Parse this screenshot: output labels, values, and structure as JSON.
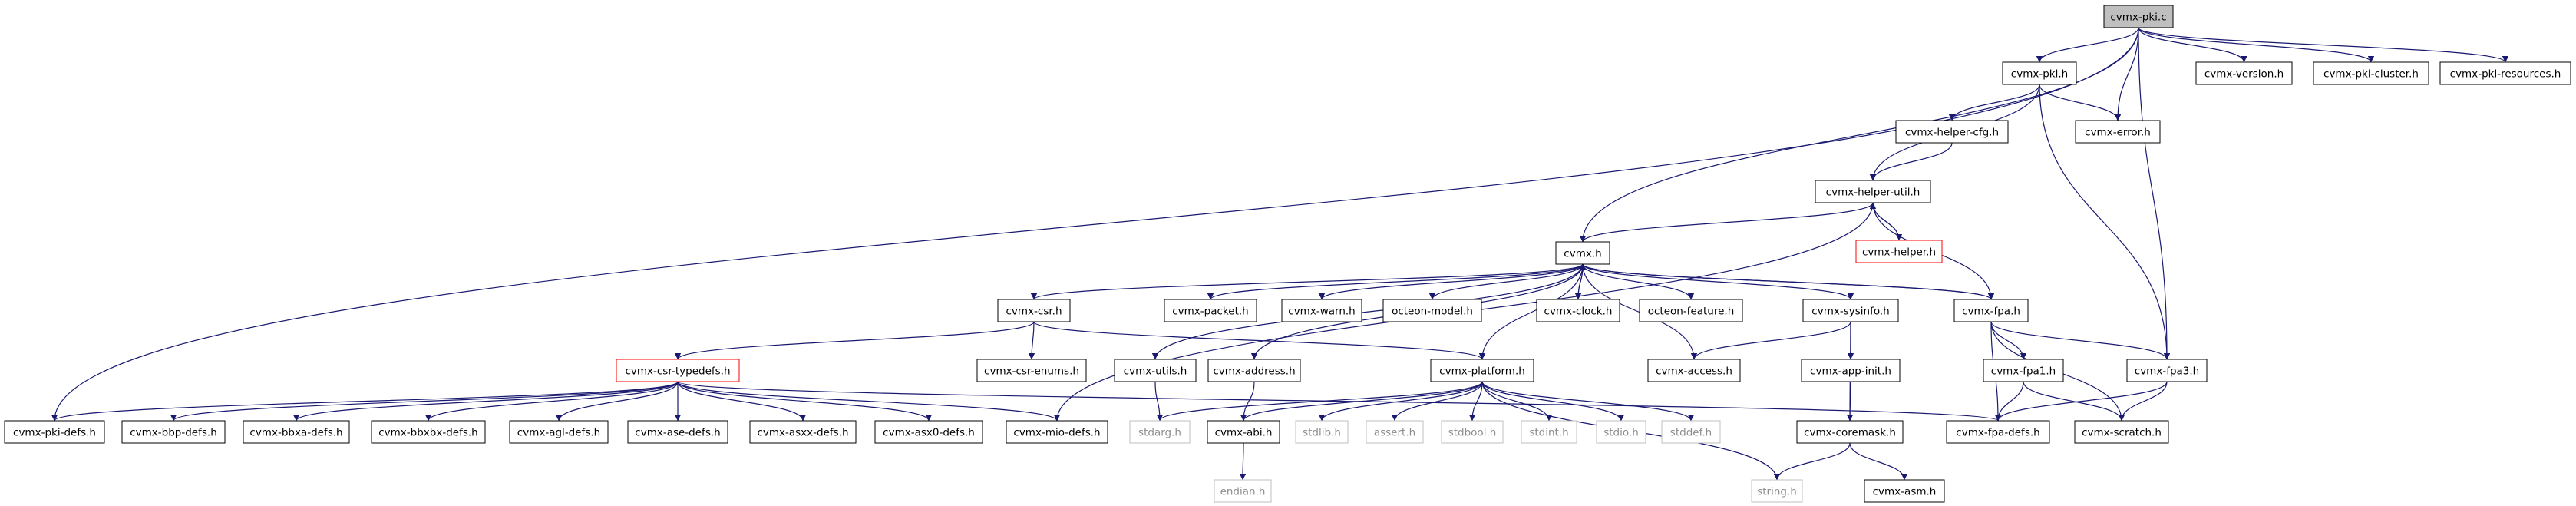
{
  "colors": {
    "edge": "#191970",
    "root_fill": "#bfbfbf",
    "node_border": "#000000",
    "missing_border": "#ff0000",
    "system_border": "#bfbfbf",
    "system_text": "#8c8c8c"
  },
  "nodes": [
    {
      "id": "cvmx-pki.c",
      "label": "cvmx-pki.c",
      "kind": "root"
    },
    {
      "id": "cvmx-pki-defs.h",
      "label": "cvmx-pki-defs.h",
      "kind": "normal"
    },
    {
      "id": "cvmx.h",
      "label": "cvmx.h",
      "kind": "normal"
    },
    {
      "id": "cvmx-pki.h",
      "label": "cvmx-pki.h",
      "kind": "normal"
    },
    {
      "id": "cvmx-version.h",
      "label": "cvmx-version.h",
      "kind": "normal"
    },
    {
      "id": "cvmx-error.h",
      "label": "cvmx-error.h",
      "kind": "normal"
    },
    {
      "id": "cvmx-pki-cluster.h",
      "label": "cvmx-pki-cluster.h",
      "kind": "normal"
    },
    {
      "id": "cvmx-pki-resources.h",
      "label": "cvmx-pki-resources.h",
      "kind": "normal"
    },
    {
      "id": "cvmx-fpa3.h",
      "label": "cvmx-fpa3.h",
      "kind": "normal"
    },
    {
      "id": "cvmx-helper-cfg.h",
      "label": "cvmx-helper-cfg.h",
      "kind": "normal"
    },
    {
      "id": "cvmx-helper-util.h",
      "label": "cvmx-helper-util.h",
      "kind": "normal"
    },
    {
      "id": "cvmx-helper.h",
      "label": "cvmx-helper.h",
      "kind": "missing"
    },
    {
      "id": "cvmx-fpa.h",
      "label": "cvmx-fpa.h",
      "kind": "normal"
    },
    {
      "id": "cvmx-csr.h",
      "label": "cvmx-csr.h",
      "kind": "normal"
    },
    {
      "id": "cvmx-packet.h",
      "label": "cvmx-packet.h",
      "kind": "normal"
    },
    {
      "id": "cvmx-warn.h",
      "label": "cvmx-warn.h",
      "kind": "normal"
    },
    {
      "id": "octeon-model.h",
      "label": "octeon-model.h",
      "kind": "normal"
    },
    {
      "id": "cvmx-clock.h",
      "label": "cvmx-clock.h",
      "kind": "normal"
    },
    {
      "id": "octeon-feature.h",
      "label": "octeon-feature.h",
      "kind": "normal"
    },
    {
      "id": "cvmx-sysinfo.h",
      "label": "cvmx-sysinfo.h",
      "kind": "normal"
    },
    {
      "id": "cvmx-fpa1.h",
      "label": "cvmx-fpa1.h",
      "kind": "normal"
    },
    {
      "id": "cvmx-access.h",
      "label": "cvmx-access.h",
      "kind": "normal"
    },
    {
      "id": "cvmx-app-init.h",
      "label": "cvmx-app-init.h",
      "kind": "normal"
    },
    {
      "id": "cvmx-csr-enums.h",
      "label": "cvmx-csr-enums.h",
      "kind": "normal"
    },
    {
      "id": "cvmx-utils.h",
      "label": "cvmx-utils.h",
      "kind": "normal"
    },
    {
      "id": "cvmx-address.h",
      "label": "cvmx-address.h",
      "kind": "normal"
    },
    {
      "id": "cvmx-platform.h",
      "label": "cvmx-platform.h",
      "kind": "normal"
    },
    {
      "id": "cvmx-csr-typedefs.h",
      "label": "cvmx-csr-typedefs.h",
      "kind": "missing"
    },
    {
      "id": "cvmx-bbp-defs.h",
      "label": "cvmx-bbp-defs.h",
      "kind": "normal"
    },
    {
      "id": "cvmx-bbxa-defs.h",
      "label": "cvmx-bbxa-defs.h",
      "kind": "normal"
    },
    {
      "id": "cvmx-bbxbx-defs.h",
      "label": "cvmx-bbxbx-defs.h",
      "kind": "normal"
    },
    {
      "id": "cvmx-agl-defs.h",
      "label": "cvmx-agl-defs.h",
      "kind": "normal"
    },
    {
      "id": "cvmx-ase-defs.h",
      "label": "cvmx-ase-defs.h",
      "kind": "normal"
    },
    {
      "id": "cvmx-asxx-defs.h",
      "label": "cvmx-asxx-defs.h",
      "kind": "normal"
    },
    {
      "id": "cvmx-asx0-defs.h",
      "label": "cvmx-asx0-defs.h",
      "kind": "normal"
    },
    {
      "id": "cvmx-mio-defs.h",
      "label": "cvmx-mio-defs.h",
      "kind": "normal"
    },
    {
      "id": "stdarg.h",
      "label": "stdarg.h",
      "kind": "system"
    },
    {
      "id": "cvmx-abi.h",
      "label": "cvmx-abi.h",
      "kind": "normal"
    },
    {
      "id": "stdlib.h",
      "label": "stdlib.h",
      "kind": "system"
    },
    {
      "id": "assert.h",
      "label": "assert.h",
      "kind": "system"
    },
    {
      "id": "stdbool.h",
      "label": "stdbool.h",
      "kind": "system"
    },
    {
      "id": "stdint.h",
      "label": "stdint.h",
      "kind": "system"
    },
    {
      "id": "stdio.h",
      "label": "stdio.h",
      "kind": "system"
    },
    {
      "id": "stddef.h",
      "label": "stddef.h",
      "kind": "system"
    },
    {
      "id": "cvmx-coremask.h",
      "label": "cvmx-coremask.h",
      "kind": "normal"
    },
    {
      "id": "cvmx-fpa-defs.h",
      "label": "cvmx-fpa-defs.h",
      "kind": "normal"
    },
    {
      "id": "cvmx-scratch.h",
      "label": "cvmx-scratch.h",
      "kind": "normal"
    },
    {
      "id": "endian.h",
      "label": "endian.h",
      "kind": "system"
    },
    {
      "id": "string.h",
      "label": "string.h",
      "kind": "system"
    },
    {
      "id": "cvmx-asm.h",
      "label": "cvmx-asm.h",
      "kind": "normal"
    }
  ],
  "edges": [
    [
      "cvmx-pki.c",
      "cvmx-pki-defs.h"
    ],
    [
      "cvmx-pki.c",
      "cvmx.h"
    ],
    [
      "cvmx-pki.c",
      "cvmx-pki.h"
    ],
    [
      "cvmx-pki.c",
      "cvmx-version.h"
    ],
    [
      "cvmx-pki.c",
      "cvmx-error.h"
    ],
    [
      "cvmx-pki.c",
      "cvmx-pki-cluster.h"
    ],
    [
      "cvmx-pki.c",
      "cvmx-pki-resources.h"
    ],
    [
      "cvmx-pki.c",
      "cvmx-fpa3.h"
    ],
    [
      "cvmx-pki.h",
      "cvmx-helper-cfg.h"
    ],
    [
      "cvmx-pki.h",
      "cvmx-helper-util.h"
    ],
    [
      "cvmx-pki.h",
      "cvmx-error.h"
    ],
    [
      "cvmx-pki.h",
      "cvmx-fpa3.h"
    ],
    [
      "cvmx-helper-cfg.h",
      "cvmx-helper-util.h"
    ],
    [
      "cvmx-helper-util.h",
      "cvmx.h"
    ],
    [
      "cvmx-helper-util.h",
      "cvmx-mio-defs.h"
    ],
    [
      "cvmx-helper-util.h",
      "cvmx-helper.h"
    ],
    [
      "cvmx-helper-util.h",
      "cvmx-fpa.h"
    ],
    [
      "cvmx-helper.h",
      "cvmx-helper-util.h"
    ],
    [
      "cvmx.h",
      "cvmx-csr.h"
    ],
    [
      "cvmx.h",
      "cvmx-packet.h"
    ],
    [
      "cvmx.h",
      "cvmx-warn.h"
    ],
    [
      "cvmx.h",
      "octeon-model.h"
    ],
    [
      "cvmx.h",
      "cvmx-clock.h"
    ],
    [
      "cvmx.h",
      "octeon-feature.h"
    ],
    [
      "cvmx.h",
      "cvmx-sysinfo.h"
    ],
    [
      "cvmx.h",
      "cvmx-fpa.h"
    ],
    [
      "cvmx.h",
      "cvmx-utils.h"
    ],
    [
      "cvmx.h",
      "cvmx-address.h"
    ],
    [
      "cvmx.h",
      "cvmx-platform.h"
    ],
    [
      "cvmx.h",
      "cvmx-access.h"
    ],
    [
      "cvmx-clock.h",
      "cvmx.h"
    ],
    [
      "cvmx-fpa.h",
      "cvmx.h"
    ],
    [
      "cvmx-fpa.h",
      "cvmx-fpa1.h"
    ],
    [
      "cvmx-fpa.h",
      "cvmx-fpa3.h"
    ],
    [
      "cvmx-fpa.h",
      "cvmx-fpa-defs.h"
    ],
    [
      "cvmx-fpa.h",
      "cvmx-scratch.h"
    ],
    [
      "cvmx-fpa1.h",
      "cvmx-fpa-defs.h"
    ],
    [
      "cvmx-fpa1.h",
      "cvmx-scratch.h"
    ],
    [
      "cvmx-fpa3.h",
      "cvmx-fpa-defs.h"
    ],
    [
      "cvmx-fpa3.h",
      "cvmx-scratch.h"
    ],
    [
      "cvmx-sysinfo.h",
      "cvmx-access.h"
    ],
    [
      "cvmx-sysinfo.h",
      "cvmx-app-init.h"
    ],
    [
      "cvmx-sysinfo.h",
      "cvmx-coremask.h"
    ],
    [
      "cvmx-app-init.h",
      "cvmx-coremask.h"
    ],
    [
      "cvmx-csr.h",
      "cvmx-csr-typedefs.h"
    ],
    [
      "cvmx-csr.h",
      "cvmx-csr-enums.h"
    ],
    [
      "cvmx-csr.h",
      "cvmx-platform.h"
    ],
    [
      "cvmx-utils.h",
      "stdarg.h"
    ],
    [
      "cvmx-address.h",
      "cvmx-abi.h"
    ],
    [
      "cvmx-csr-typedefs.h",
      "cvmx-pki-defs.h"
    ],
    [
      "cvmx-csr-typedefs.h",
      "cvmx-bbp-defs.h"
    ],
    [
      "cvmx-csr-typedefs.h",
      "cvmx-bbxa-defs.h"
    ],
    [
      "cvmx-csr-typedefs.h",
      "cvmx-bbxbx-defs.h"
    ],
    [
      "cvmx-csr-typedefs.h",
      "cvmx-agl-defs.h"
    ],
    [
      "cvmx-csr-typedefs.h",
      "cvmx-ase-defs.h"
    ],
    [
      "cvmx-csr-typedefs.h",
      "cvmx-asxx-defs.h"
    ],
    [
      "cvmx-csr-typedefs.h",
      "cvmx-asx0-defs.h"
    ],
    [
      "cvmx-csr-typedefs.h",
      "cvmx-mio-defs.h"
    ],
    [
      "cvmx-csr-typedefs.h",
      "cvmx-fpa-defs.h"
    ],
    [
      "cvmx-platform.h",
      "stdarg.h"
    ],
    [
      "cvmx-platform.h",
      "cvmx-abi.h"
    ],
    [
      "cvmx-platform.h",
      "stdlib.h"
    ],
    [
      "cvmx-platform.h",
      "assert.h"
    ],
    [
      "cvmx-platform.h",
      "stdbool.h"
    ],
    [
      "cvmx-platform.h",
      "stdint.h"
    ],
    [
      "cvmx-platform.h",
      "stdio.h"
    ],
    [
      "cvmx-platform.h",
      "stddef.h"
    ],
    [
      "cvmx-platform.h",
      "string.h"
    ],
    [
      "cvmx-abi.h",
      "endian.h"
    ],
    [
      "cvmx-coremask.h",
      "string.h"
    ],
    [
      "cvmx-coremask.h",
      "cvmx-asm.h"
    ]
  ]
}
